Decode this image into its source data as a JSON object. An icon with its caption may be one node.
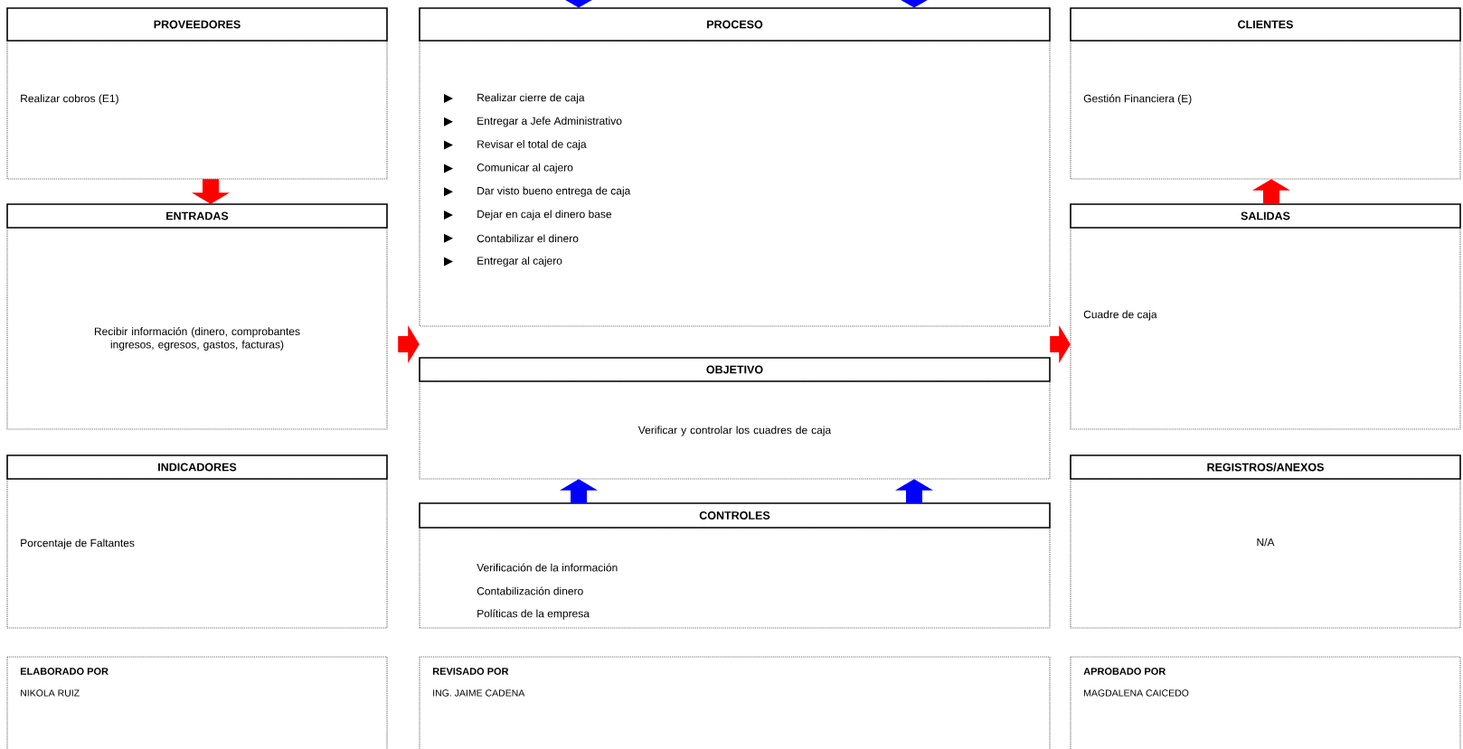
{
  "diagram": {
    "nodes": [
      {
        "text": [
          "PROVEEDORES",
          "Realizar cobros (E1)"
        ]
      },
      {
        "text": [
          "PROCESO",
          "Realizar cierre de caja",
          "Entregar a Jefe Administrativo",
          "Revisar el total de caja",
          "Comunicar al cajero",
          "Dar visto bueno entrega de caja",
          "Dejar en caja el dinero base",
          "Contabilizar el dinero",
          "Entregar al cajero"
        ]
      },
      {
        "text": [
          "CLIENTES",
          "Gestión Financiera (E)"
        ]
      },
      {
        "text": [
          "ENTRADAS",
          "Recibir información (dinero, comprobantes ingresos, egresos, gastos, facturas)"
        ]
      },
      {
        "text": [
          "SALIDAS",
          "Cuadre de caja"
        ]
      },
      {
        "text": [
          "OBJETIVO",
          "Verificar y controlar los cuadres de caja"
        ]
      },
      {
        "text": [
          "INDICADORES",
          "Porcentaje de Faltantes"
        ]
      },
      {
        "text": [
          "CONTROLES",
          "Verificación de la información",
          "Contabilización dinero",
          "Políticas de la empresa"
        ]
      },
      {
        "text": [
          "REGISTROS/ANEXOS",
          "N/A"
        ]
      },
      {
        "text": [
          "ELABORADO POR",
          "NIKOLA RUIZ"
        ]
      },
      {
        "text": [
          "REVISADO POR",
          "ING. JAIME CADENA"
        ]
      },
      {
        "text": [
          "APROBADO POR",
          "MAGDALENA CAICEDO"
        ]
      }
    ],
    "edges": [
      {
        "from": 0,
        "to": 3,
        "arrow": "to",
        "color": "#ff0000"
      },
      {
        "from": 3,
        "to": 1,
        "arrow": "to",
        "color": "#ff0000"
      },
      {
        "from": 1,
        "to": 4,
        "arrow": "to",
        "color": "#ff0000"
      },
      {
        "from": 4,
        "to": 2,
        "arrow": "to",
        "color": "#ff0000"
      },
      {
        "from": 7,
        "to": 5,
        "arrow": "to",
        "color": "#0000ff"
      },
      {
        "from": 7,
        "to": 5,
        "arrow": "to",
        "color": "#0000ff"
      }
    ]
  }
}
